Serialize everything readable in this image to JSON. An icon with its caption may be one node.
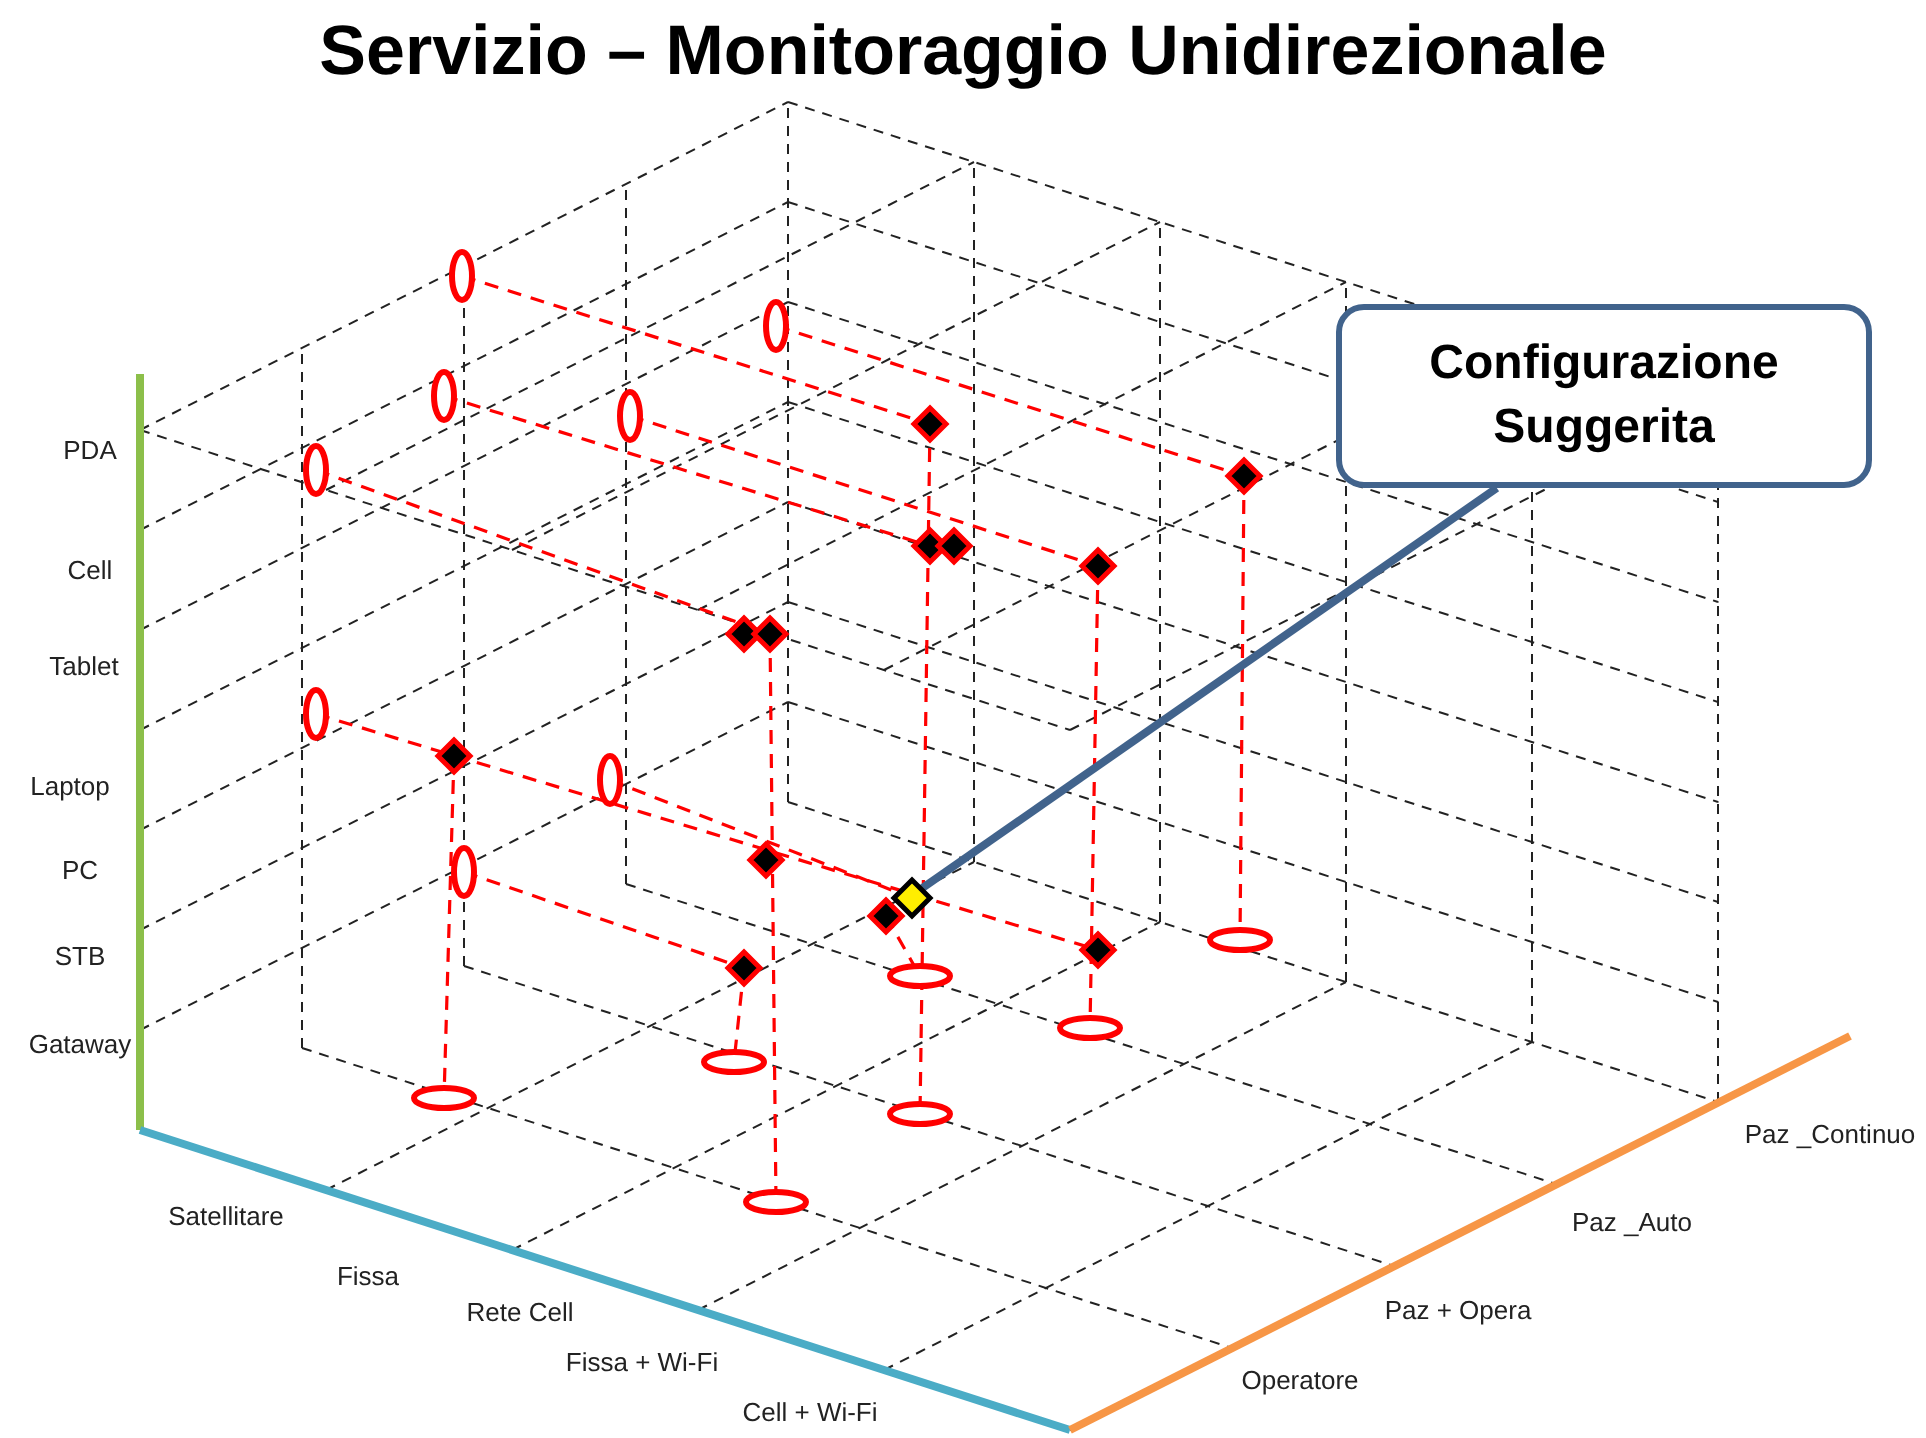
{
  "diagram": {
    "title": "Servizio – Monitoraggio Unidirezionale",
    "nodes": [
      {
        "text": [
          "Configurazione Suggerita"
        ]
      },
      {
        "text": [],
        "shape": "diamond"
      }
    ],
    "edges": [
      {
        "from": 0,
        "to": 1,
        "arrow": "none"
      }
    ],
    "labels": [
      "PDA",
      "Cell",
      "Tablet",
      "Laptop",
      "PC",
      "STB",
      "Gataway",
      "Satellitare",
      "Fissa",
      "Rete Cell",
      "Fissa + Wi-Fi",
      "Cell + Wi-Fi",
      "Paz _Continuo",
      "Paz _Auto",
      "Paz + Opera",
      "Operatore"
    ]
  }
}
